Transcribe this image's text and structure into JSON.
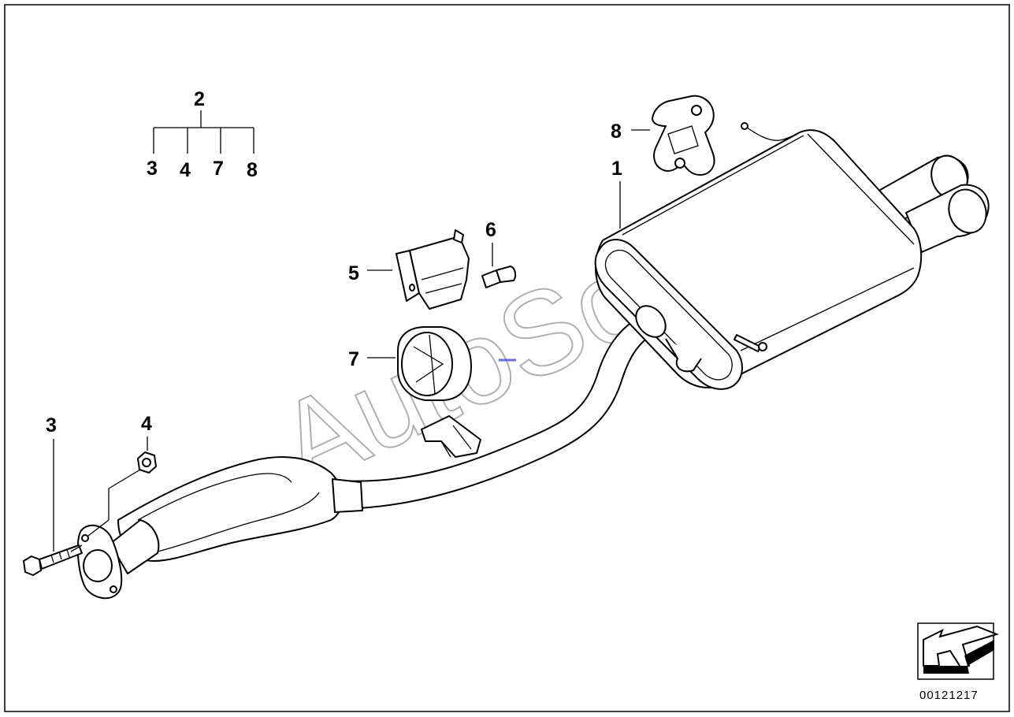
{
  "callouts": {
    "group_parent": "2",
    "group_children": [
      "3",
      "4",
      "7",
      "8"
    ],
    "rear_silencer": "1",
    "bracket": "5",
    "screw": "6",
    "rubber_mount": "7",
    "hanger": "8",
    "bolt": "3",
    "nut": "4"
  },
  "watermark": "AutoSoft",
  "document_number": "00121217",
  "icons": {
    "direction_arrow": "front-direction-arrow-icon"
  }
}
